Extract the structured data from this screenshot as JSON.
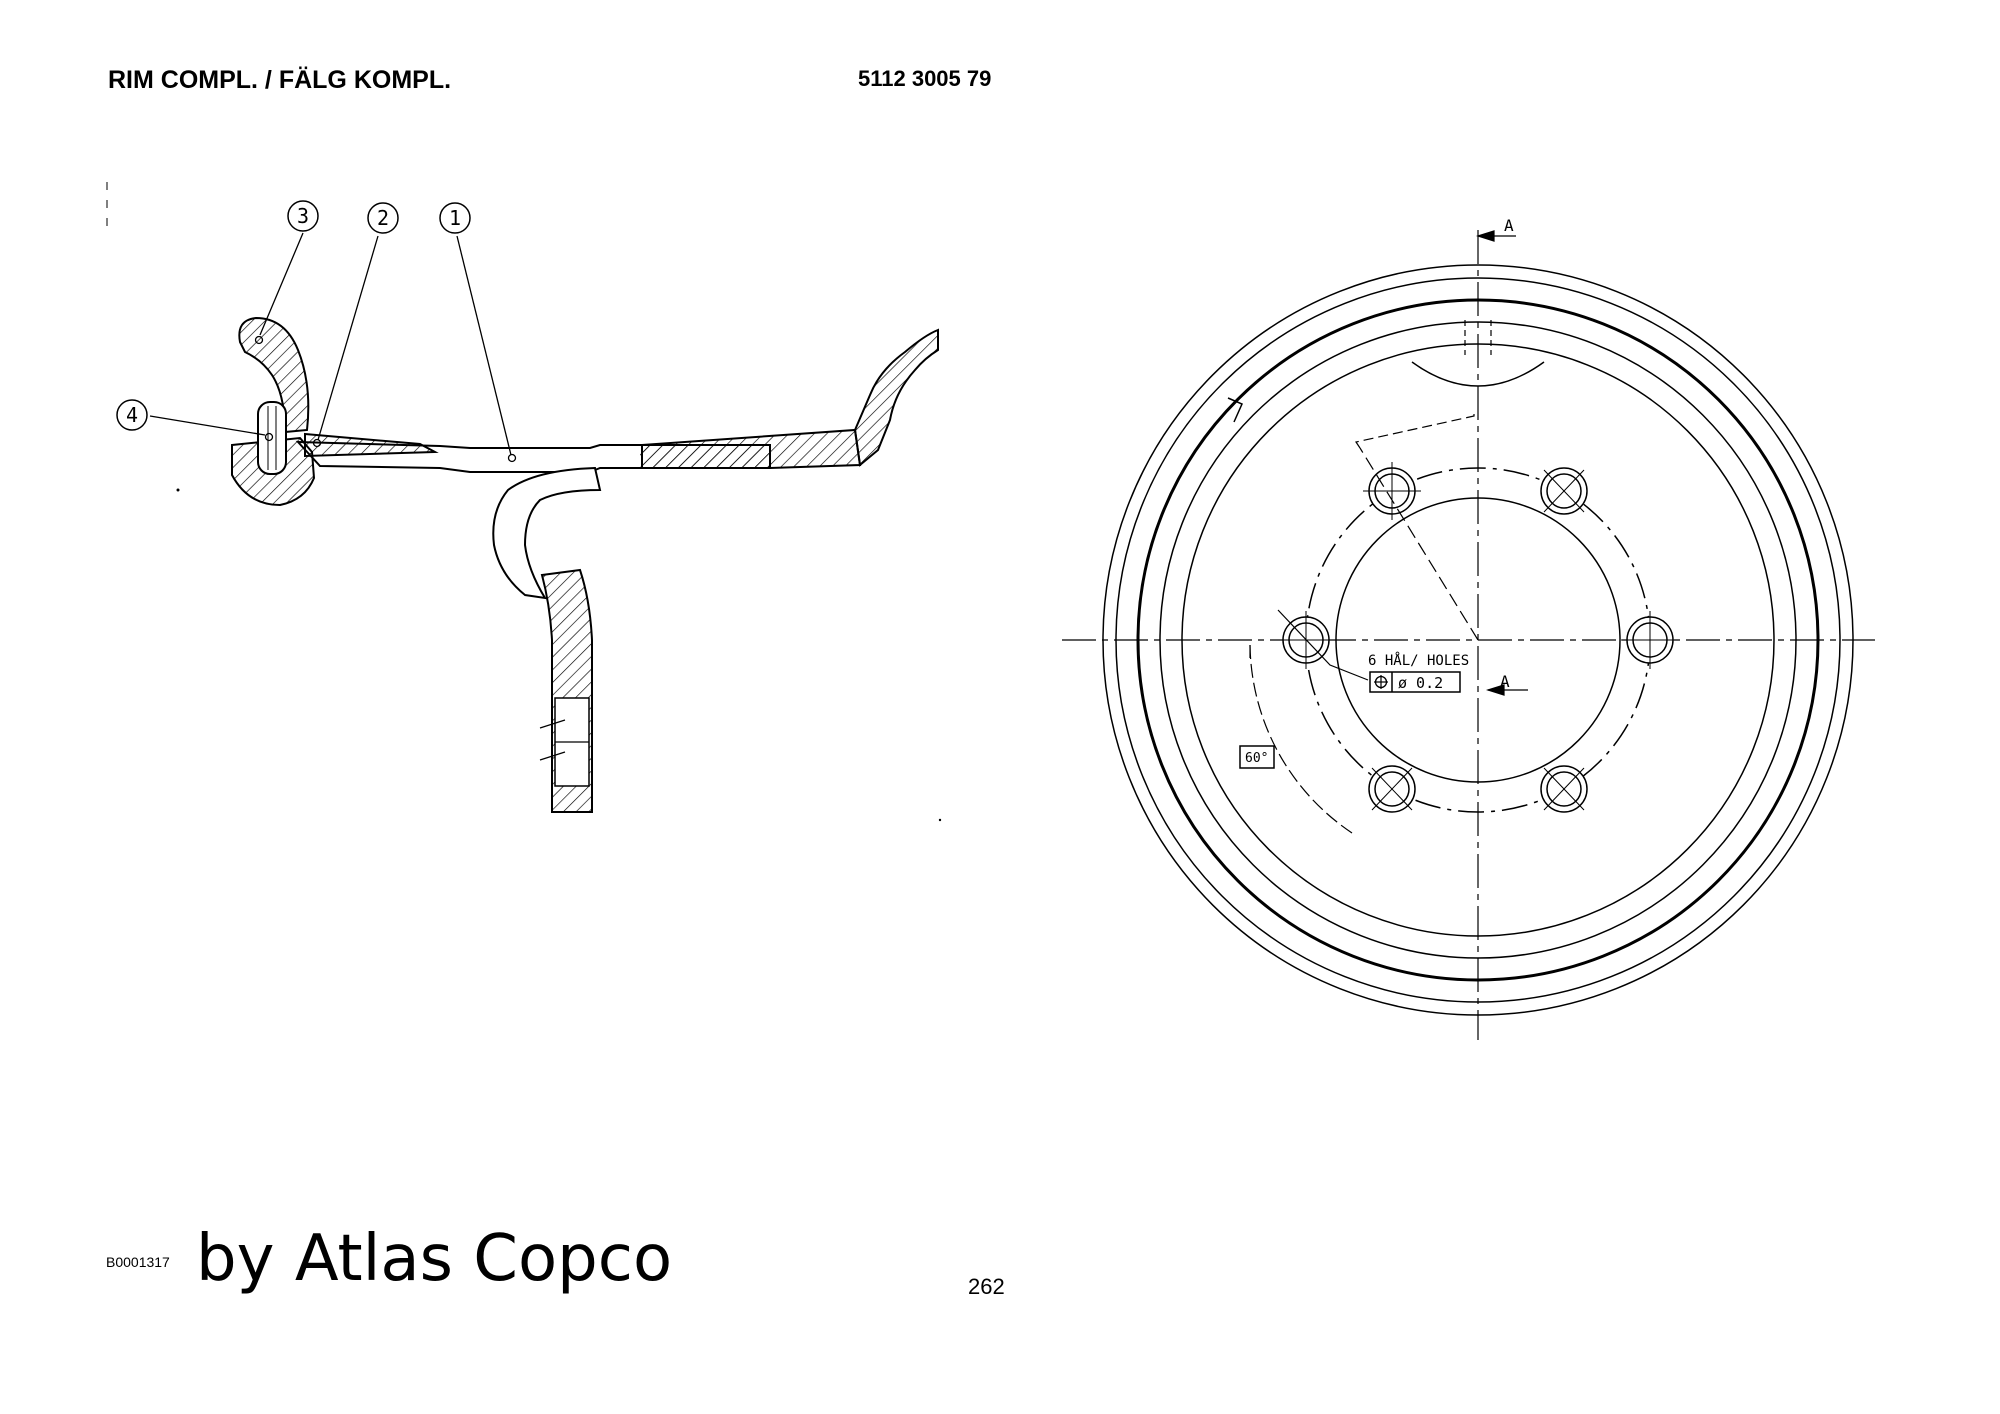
{
  "header": {
    "title": "RIM COMPL. / FÄLG KOMPL.",
    "part_number": "5112 3005 79"
  },
  "callouts": [
    "1",
    "2",
    "3",
    "4"
  ],
  "front_view": {
    "section_marker": "A",
    "holes_label": "6 HÅL/ HOLES",
    "tolerance_value": "ø 0.2",
    "angle_label": "60°"
  },
  "footer": {
    "image_code": "B0001317",
    "brand": "by Atlas Copco",
    "page_number": "262"
  }
}
